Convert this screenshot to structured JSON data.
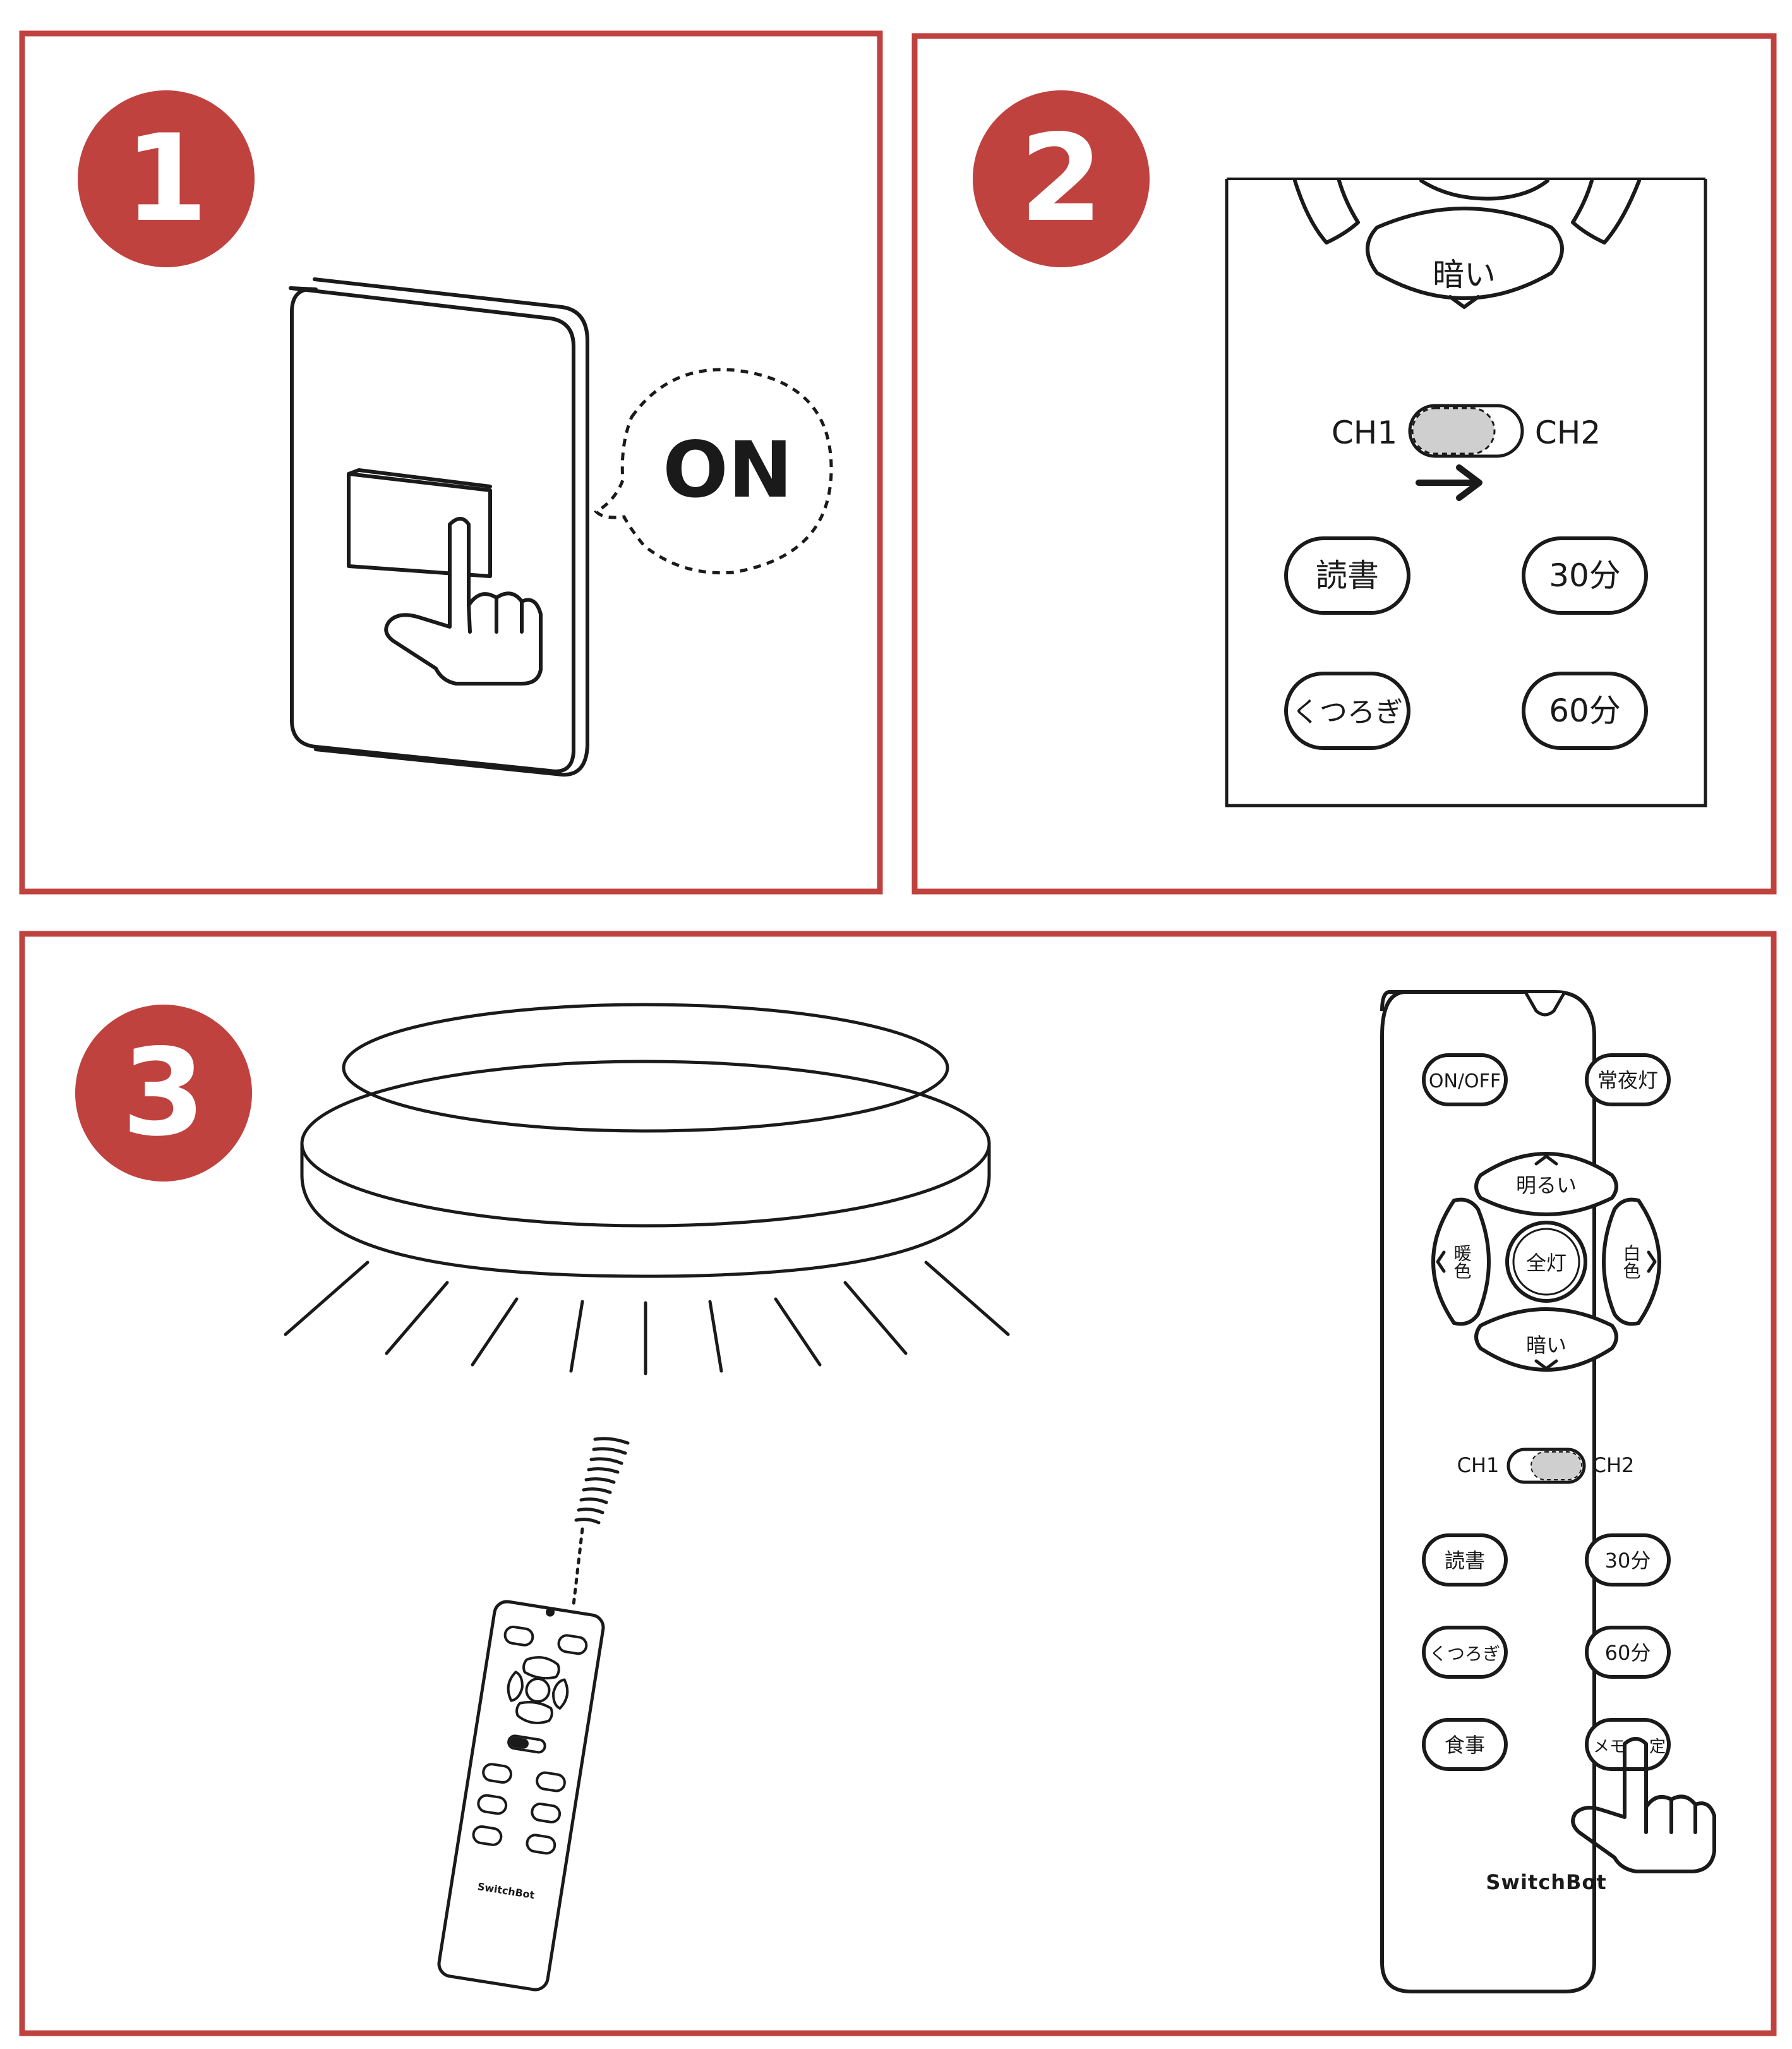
{
  "theme": {
    "frame": "#c0423f",
    "badge": "#c0423f",
    "ink": "#1a1a1a",
    "toggle": "#cfcfcf"
  },
  "steps": [
    {
      "number": "1"
    },
    {
      "number": "2"
    },
    {
      "number": "3"
    }
  ],
  "panel1": {
    "bubble_text": "ON"
  },
  "panel2": {
    "top_button": "暗い",
    "ch1": "CH1",
    "ch2": "CH2",
    "buttons": [
      "読書",
      "30分",
      "くつろぎ",
      "60分"
    ]
  },
  "remote": {
    "on_off": "ON/OFF",
    "night_light": "常夜灯",
    "brighter": "明るい",
    "warm": "暖色",
    "cool": "白色",
    "full": "全灯",
    "dimmer": "暗い",
    "ch1": "CH1",
    "ch2": "CH2",
    "reading": "読書",
    "min30": "30分",
    "relax": "くつろぎ",
    "min60": "60分",
    "meal": "食事",
    "memory": "メモリ設定",
    "memory_visible": "メモ",
    "memory_tail": "定",
    "brand": "SwitchBot"
  }
}
